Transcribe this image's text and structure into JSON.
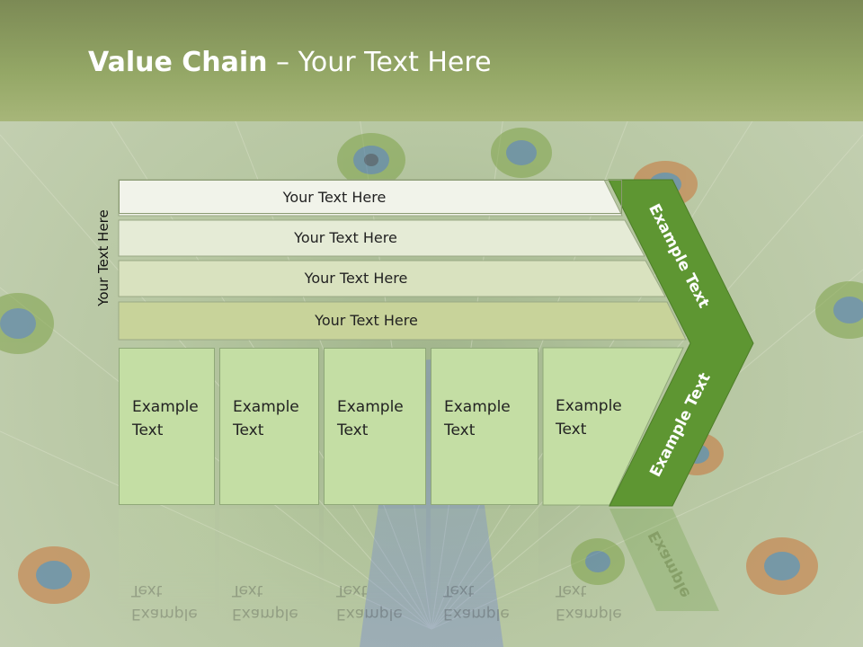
{
  "slide": {
    "title_bold": "Value Chain",
    "title_rest": " – Your Text Here",
    "side_label": "Your Text Here",
    "bars": [
      {
        "label": "Your Text Here"
      },
      {
        "label": "Your Text Here"
      },
      {
        "label": "Your Text Here"
      },
      {
        "label": "Your Text Here"
      }
    ],
    "columns": [
      {
        "line1": "Example",
        "line2": "Text"
      },
      {
        "line1": "Example",
        "line2": "Text"
      },
      {
        "line1": "Example",
        "line2": "Text"
      },
      {
        "line1": "Example",
        "line2": "Text"
      },
      {
        "line1": "Example",
        "line2": "Text"
      }
    ],
    "chevron_upper": "Example Text",
    "chevron_lower": "Example Text",
    "chevron_reflection": "Example",
    "colors": {
      "chevron": "#5e9632",
      "bar_light": "#f1f3ea",
      "bar_mid": "#e3ead3",
      "bar_dark": "#c8d39a",
      "column": "#c4dea4"
    }
  }
}
